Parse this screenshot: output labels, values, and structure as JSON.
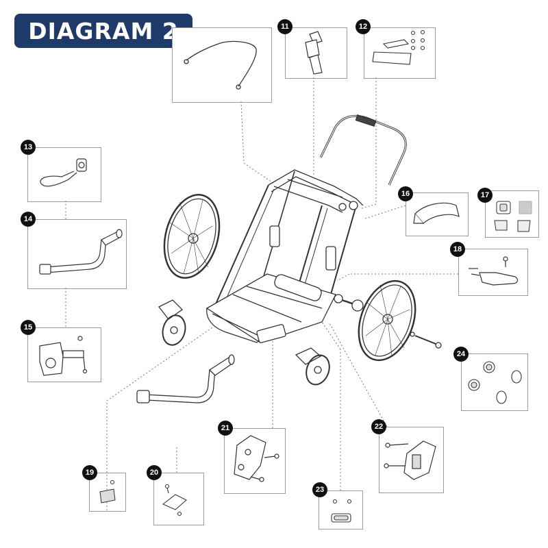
{
  "title": "DIAGRAM 2",
  "colors": {
    "title_bg": "#1d3a6a",
    "title_text": "#ffffff",
    "callout_bg": "#111111",
    "line": "#333333",
    "leader": "#777777"
  },
  "parts": [
    {
      "id": "p10",
      "label": "",
      "icon": "wire-bail-icon"
    },
    {
      "id": "p11",
      "label": "11",
      "icon": "strap-buckle-icon"
    },
    {
      "id": "p12",
      "label": "12",
      "icon": "bracket-screws-icon"
    },
    {
      "id": "p13",
      "label": "13",
      "icon": "safety-strap-icon"
    },
    {
      "id": "p14",
      "label": "14",
      "icon": "tow-arm-icon"
    },
    {
      "id": "p15",
      "label": "15",
      "icon": "hitch-coupler-icon"
    },
    {
      "id": "p16",
      "label": "16",
      "icon": "handle-cap-icon"
    },
    {
      "id": "p17",
      "label": "17",
      "icon": "reflector-set-icon"
    },
    {
      "id": "p18",
      "label": "18",
      "icon": "brake-lever-icon"
    },
    {
      "id": "p19",
      "label": "19",
      "icon": "pad-screw-icon"
    },
    {
      "id": "p20",
      "label": "20",
      "icon": "clip-icon"
    },
    {
      "id": "p21",
      "label": "21",
      "icon": "wheel-mount-bracket-icon"
    },
    {
      "id": "p22",
      "label": "22",
      "icon": "axle-bracket-icon"
    },
    {
      "id": "p23",
      "label": "23",
      "icon": "latch-icon"
    },
    {
      "id": "p24",
      "label": "24",
      "icon": "hub-caps-icon"
    }
  ]
}
